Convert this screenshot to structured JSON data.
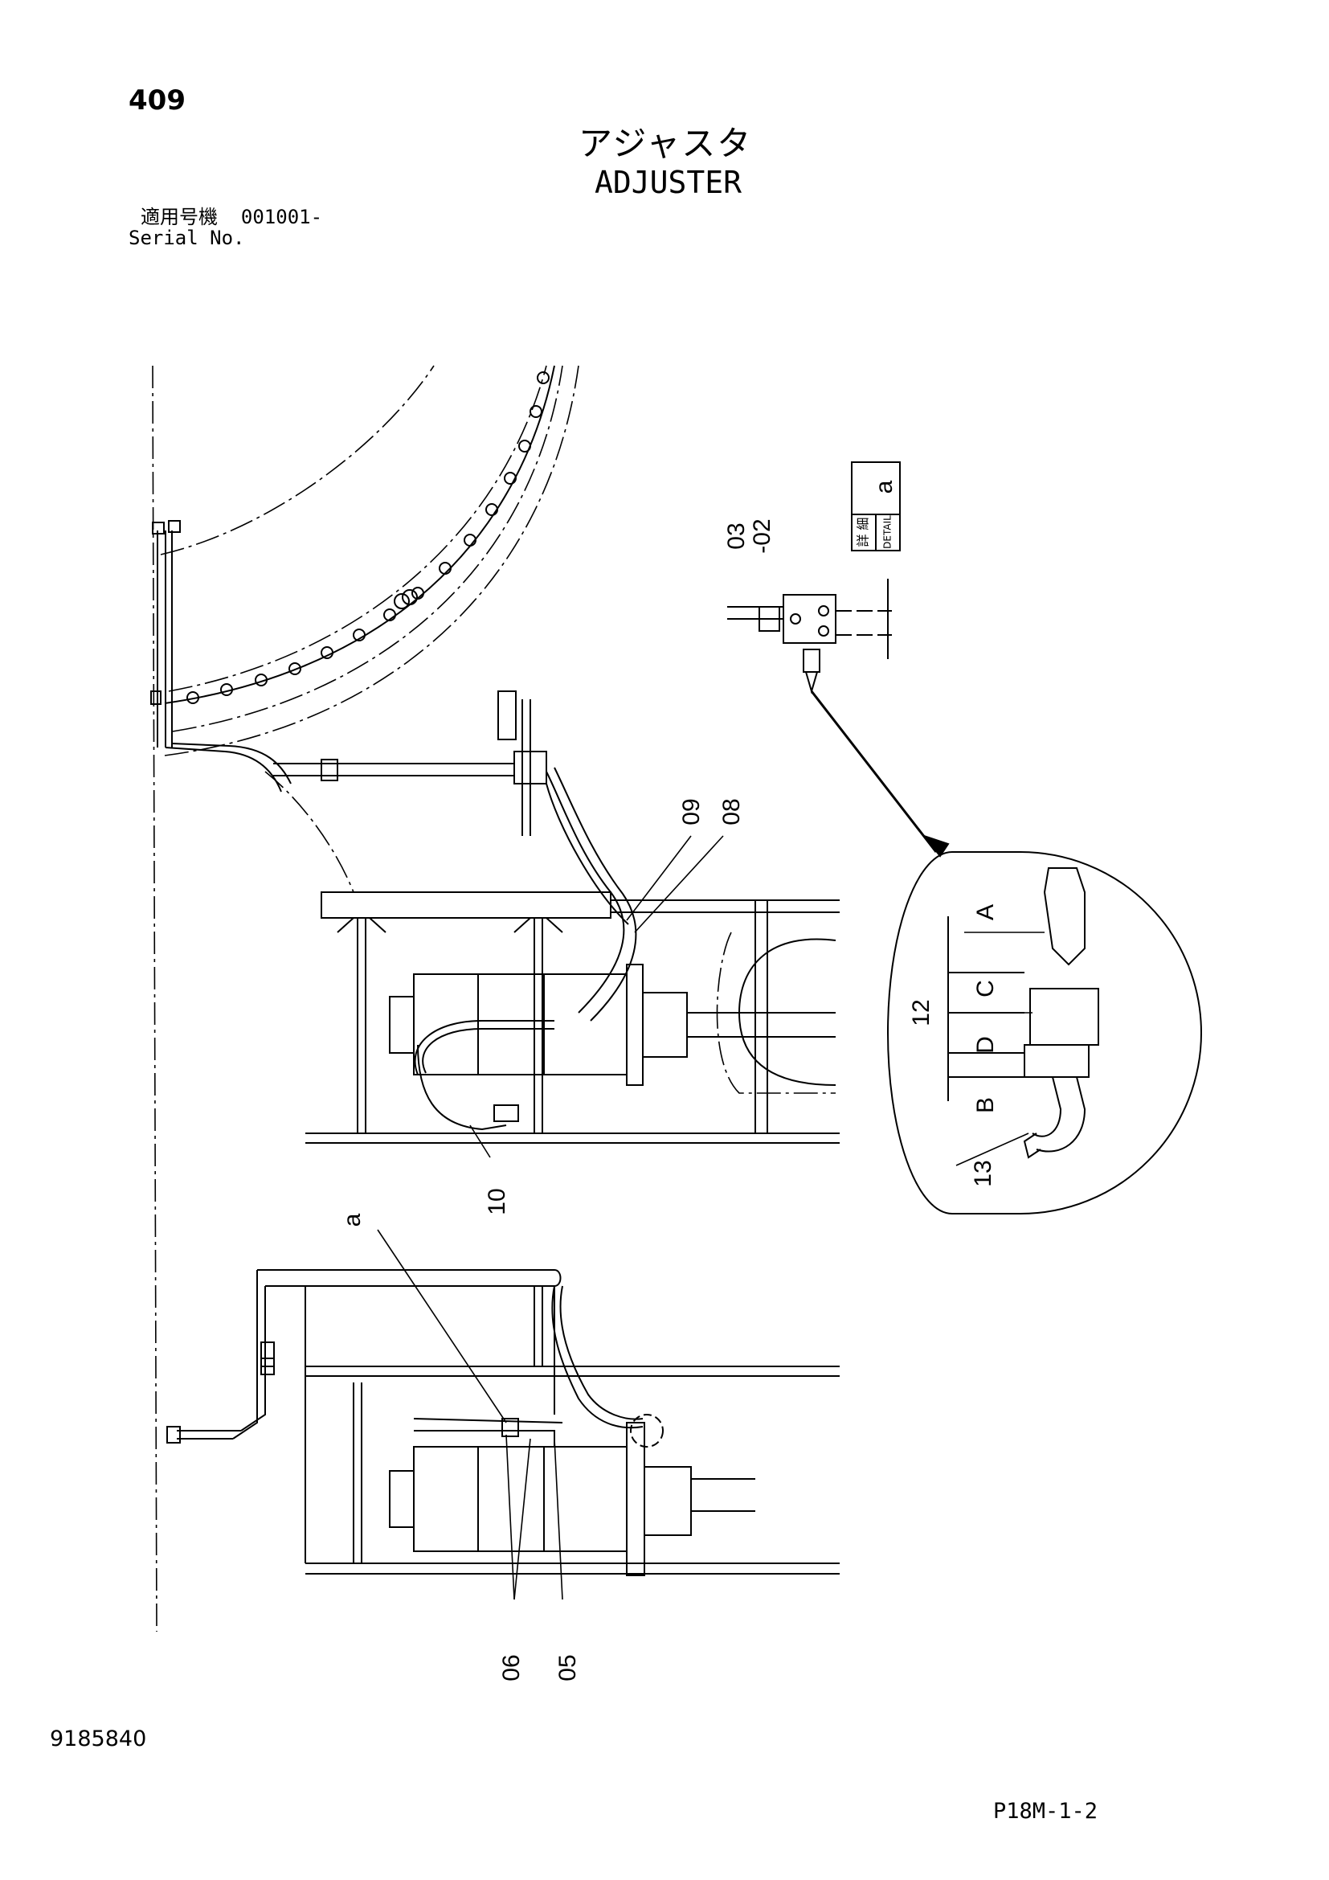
{
  "header": {
    "page_number": "409",
    "title_jp": "アジャスタ",
    "title_en": "ADJUSTER",
    "serial_label_jp": "適用号機",
    "serial_value": "001001-",
    "serial_label_en": "Serial No."
  },
  "detail_box": {
    "jp": "詳 細",
    "en": "DETAIL",
    "letter": "a"
  },
  "callouts": {
    "c03": "03",
    "c02": "-02",
    "c09": "09",
    "c08": "08",
    "c10": "10",
    "ca": "a",
    "c06": "06",
    "c05": "05",
    "c12": "12",
    "c13": "13",
    "cA": "A",
    "cC": "C",
    "cD": "D",
    "cB": "B"
  },
  "footer": {
    "drawing_number": "9185840",
    "page_code": "P18M-1-2"
  }
}
